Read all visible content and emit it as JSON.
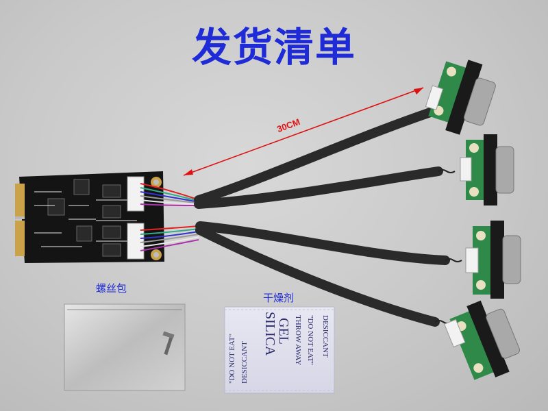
{
  "title": "发货清单",
  "cable_length_label": "30CM",
  "screw_bag_label": "螺丝包",
  "desiccant_label": "干燥剂",
  "desiccant_pack": {
    "lines": [
      "\"DO NOT EAT\"",
      "DESICCANT",
      "SILICA",
      "GEL",
      "THROW AWAY",
      "\"DO NOT EAT\"",
      "DESICCANT"
    ]
  },
  "colors": {
    "title": "#1e2bd6",
    "measure_arrow": "#dd1111",
    "pcb": "#111111",
    "connector_board": "#2f8a4a"
  }
}
